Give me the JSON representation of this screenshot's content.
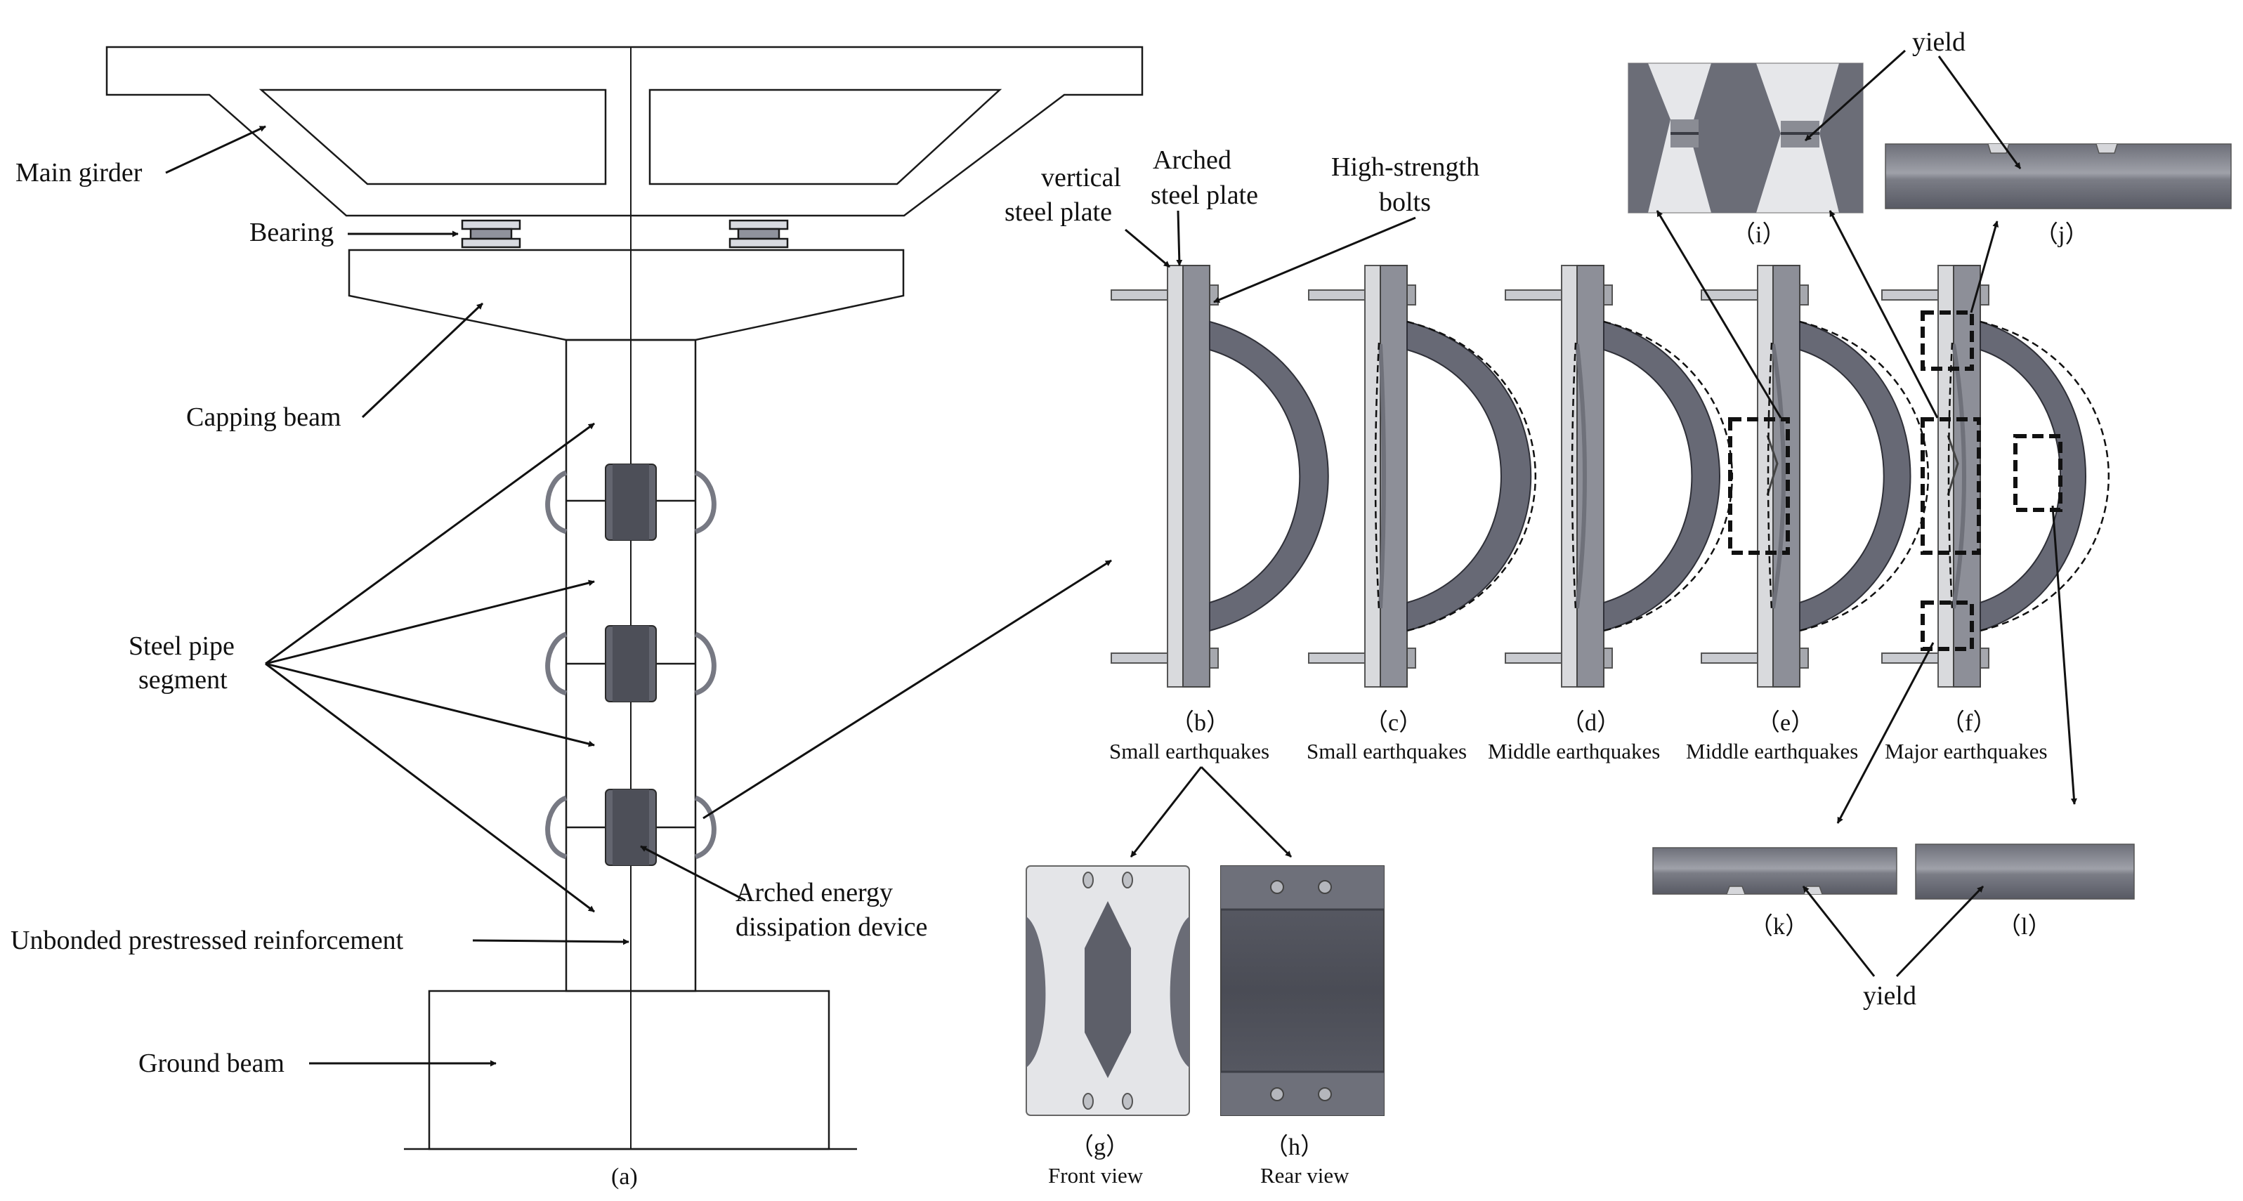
{
  "labels": {
    "main_girder": "Main girder",
    "bearing": "Bearing",
    "capping_beam": "Capping beam",
    "steel_pipe_1": "Steel pipe",
    "steel_pipe_2": "segment",
    "unbonded": "Unbonded prestressed reinforcement",
    "ground_beam": "Ground beam",
    "arched_device_1": "Arched energy",
    "arched_device_2": "dissipation device",
    "vertical_plate_1": "vertical",
    "vertical_plate_2": "steel plate",
    "arched_plate_1": "Arched",
    "arched_plate_2": "steel plate",
    "bolts_1": "High-strength",
    "bolts_2": "bolts",
    "yield_top": "yield",
    "yield_bottom": "yield"
  },
  "captions": {
    "a": "(a)",
    "b": "（b）",
    "c": "（c）",
    "d": "（d）",
    "e": "（e）",
    "f": "（f）",
    "g": "（g）",
    "h": "（h）",
    "i": "（i）",
    "j": "（j）",
    "k": "（k）",
    "l": "（l）",
    "b_sub": "Small earthquakes",
    "c_sub": "Small earthquakes",
    "d_sub": "Middle earthquakes",
    "e_sub": "Middle earthquakes",
    "f_sub": "Major earthquakes",
    "g_sub": "Front view",
    "h_sub": "Rear view"
  },
  "colors": {
    "line": "#1a1a1a",
    "arch_fill": "#676975",
    "plate_fill": "#d9dadd",
    "plate_dark": "#8d8f98",
    "light_panel": "#e4e5e8",
    "dark_panel": "#5f616c"
  }
}
